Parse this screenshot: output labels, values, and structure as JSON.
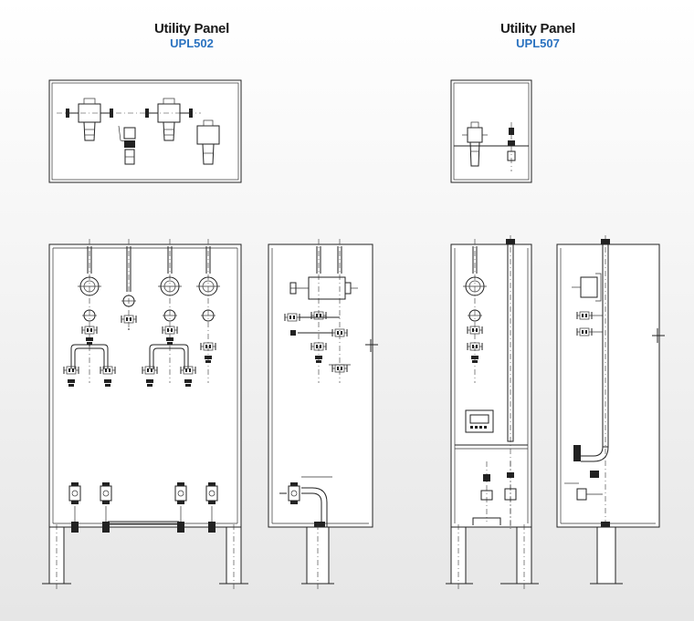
{
  "panels": [
    {
      "title": "Utility Panel",
      "model": "UPL502"
    },
    {
      "title": "Utility Panel",
      "model": "UPL507"
    }
  ],
  "colors": {
    "model": "#2a72c0",
    "title": "#1a1a1a",
    "line": "#222222"
  }
}
